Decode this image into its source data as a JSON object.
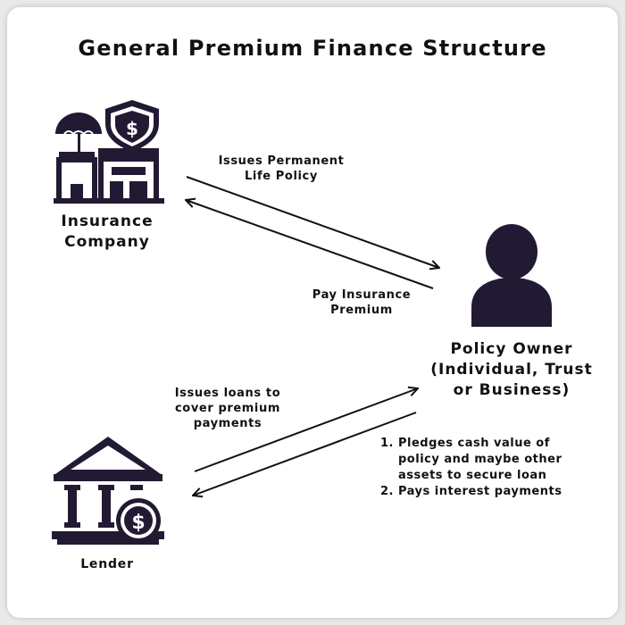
{
  "title": "General Premium Finance Structure",
  "colors": {
    "icon": "#221a33",
    "text": "#111111",
    "background": "#ffffff",
    "frame": "#e9e9ec"
  },
  "nodes": {
    "insurance_company": {
      "label_line1": "Insurance",
      "label_line2": "Company",
      "icon": "insurance-building-umbrella-shield-dollar-icon"
    },
    "policy_owner": {
      "label_line1": "Policy Owner",
      "label_line2": "(Individual, Trust",
      "label_line3": "or Business)",
      "icon": "person-silhouette-icon"
    },
    "lender": {
      "label": "Lender",
      "icon": "bank-dollar-coin-icon"
    }
  },
  "edges": {
    "issues_policy": {
      "line1": "Issues Permanent",
      "line2": "Life Policy"
    },
    "pay_premium": {
      "line1": "Pay Insurance",
      "line2": "Premium"
    },
    "issues_loans": {
      "line1": "Issues loans to",
      "line2": "cover premium",
      "line3": "payments"
    }
  },
  "owner_to_lender": {
    "items": [
      {
        "num": "1.",
        "line1": "Pledges cash value of",
        "line2": "policy and maybe other",
        "line3": "assets to secure loan"
      },
      {
        "num": "2.",
        "line1": "Pays interest payments"
      }
    ]
  }
}
